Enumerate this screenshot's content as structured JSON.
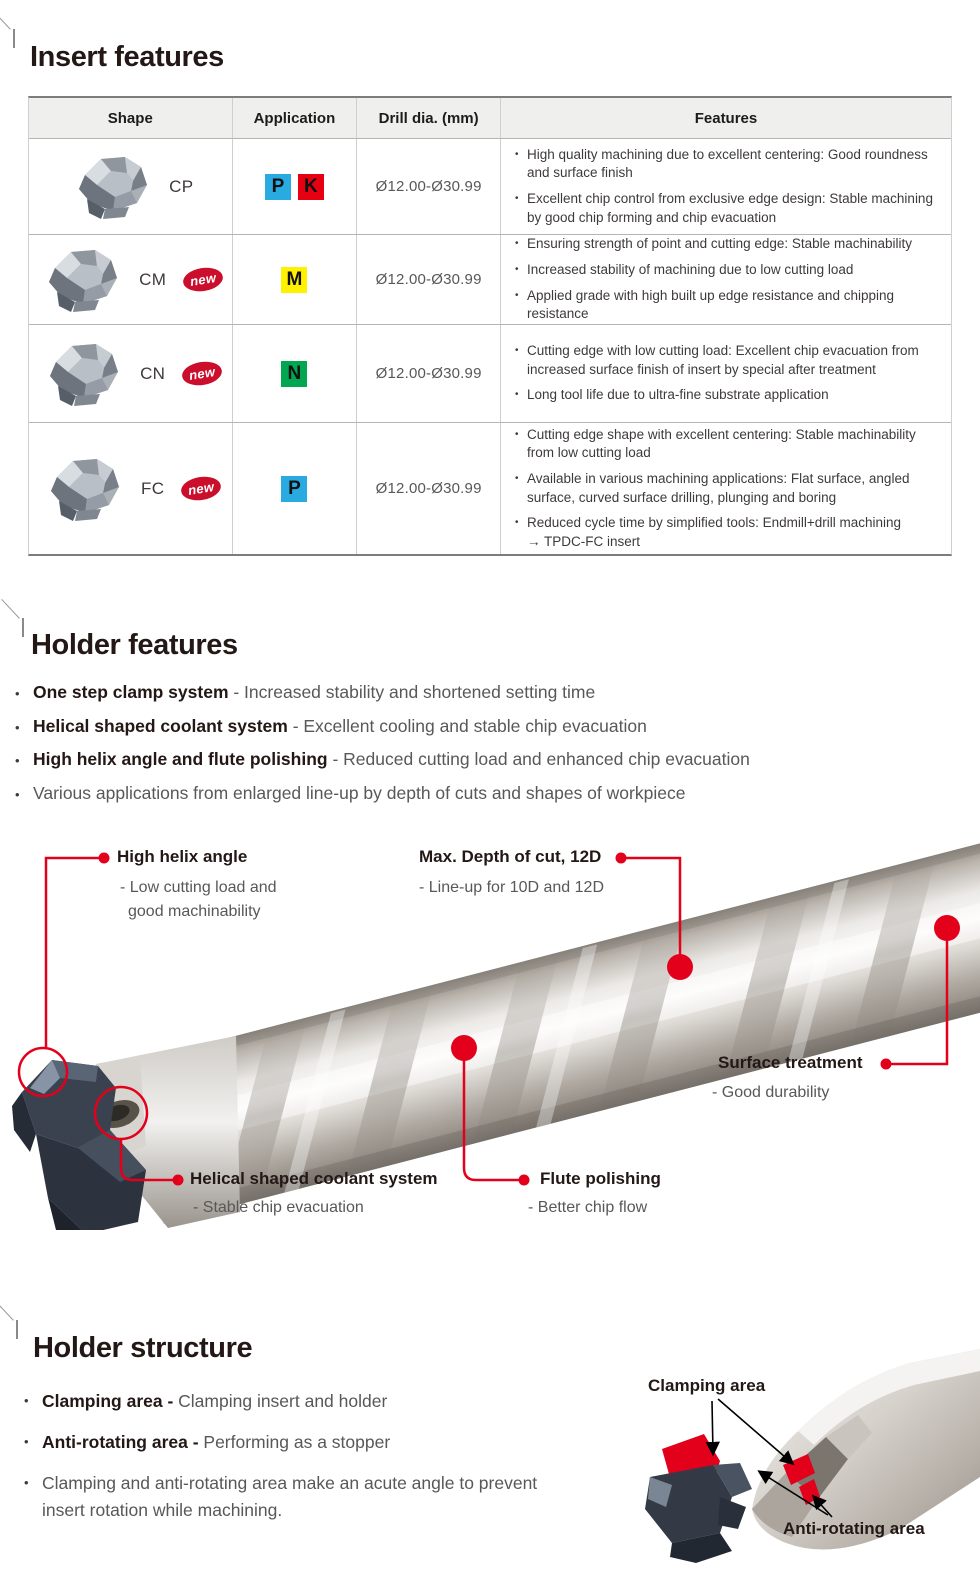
{
  "accent": {
    "red": "#e3001b",
    "new_badge_red": "#cb0e2c",
    "title_color": "#231815"
  },
  "insert_features": {
    "title": "Insert features",
    "table": {
      "headers": {
        "shape": "Shape",
        "application": "Application",
        "drill_dia": "Drill dia. (mm)",
        "features": "Features"
      },
      "new_label": "new",
      "rows": [
        {
          "shape": "CP",
          "is_new": false,
          "applications": [
            {
              "label": "P",
              "color": "#29abe2"
            },
            {
              "label": "K",
              "color": "#e60012"
            }
          ],
          "drill_dia": "Ø12.00-Ø30.99",
          "features": [
            "High quality machining due to excellent centering: Good roundness and surface finish",
            "Excellent chip control from exclusive edge design: Stable machining by good chip forming and chip evacuation"
          ]
        },
        {
          "shape": "CM",
          "is_new": true,
          "applications": [
            {
              "label": "M",
              "color": "#fff100"
            }
          ],
          "drill_dia": "Ø12.00-Ø30.99",
          "features": [
            "Ensuring strength of point and cutting edge: Stable machinability",
            "Increased stability of machining due to low cutting load",
            "Applied grade with high built up edge resistance and chipping resistance"
          ]
        },
        {
          "shape": "CN",
          "is_new": true,
          "applications": [
            {
              "label": "N",
              "color": "#00a650"
            }
          ],
          "drill_dia": "Ø12.00-Ø30.99",
          "features": [
            "Cutting edge with low cutting load: Excellent chip evacuation from increased surface finish of insert by special after treatment",
            "Long tool life due to ultra-fine substrate application"
          ]
        },
        {
          "shape": "FC",
          "is_new": true,
          "applications": [
            {
              "label": "P",
              "color": "#29abe2"
            }
          ],
          "drill_dia": "Ø12.00-Ø30.99",
          "features": [
            "Cutting edge shape with excellent centering: Stable machinability from low cutting load",
            "Available in various machining applications: Flat surface, angled surface, curved surface drilling, plunging and boring",
            "Reduced cycle time by simplified tools: Endmill+drill machining\n→ TPDC-FC insert"
          ]
        }
      ]
    }
  },
  "holder_features": {
    "title": "Holder features",
    "bullets": [
      {
        "bold": "One step clamp system",
        "text": " - Increased stability and shortened setting time"
      },
      {
        "bold": "Helical shaped coolant system",
        "text": " - Excellent cooling and stable chip evacuation"
      },
      {
        "bold": "High helix angle and flute polishing",
        "text": " - Reduced cutting load and enhanced chip evacuation"
      },
      {
        "bold": "",
        "text": "Various applications from enlarged line-up by depth of cuts and shapes of workpiece"
      }
    ],
    "annotations": {
      "high_helix": {
        "label": "High helix angle",
        "desc1": "- Low cutting load and",
        "desc2": "good machinability"
      },
      "max_depth": {
        "label": "Max. Depth of cut, 12D",
        "desc1": "- Line-up for 10D and 12D"
      },
      "coolant": {
        "label": "Helical shaped coolant system",
        "desc1": "- Stable chip evacuation"
      },
      "flute": {
        "label": "Flute polishing",
        "desc1": "- Better chip flow"
      },
      "surface": {
        "label": "Surface treatment",
        "desc1": "- Good durability"
      }
    }
  },
  "holder_structure": {
    "title": "Holder structure",
    "bullets": [
      {
        "bold": "Clamping area - ",
        "text": "Clamping insert and holder"
      },
      {
        "bold": "Anti-rotating area - ",
        "text": "Performing as a stopper"
      },
      {
        "bold": "",
        "text": "Clamping and anti-rotating area make an acute angle to prevent insert rotation while machining."
      }
    ],
    "figure_labels": {
      "clamping": "Clamping area",
      "anti_rotating": "Anti-rotating area"
    }
  }
}
